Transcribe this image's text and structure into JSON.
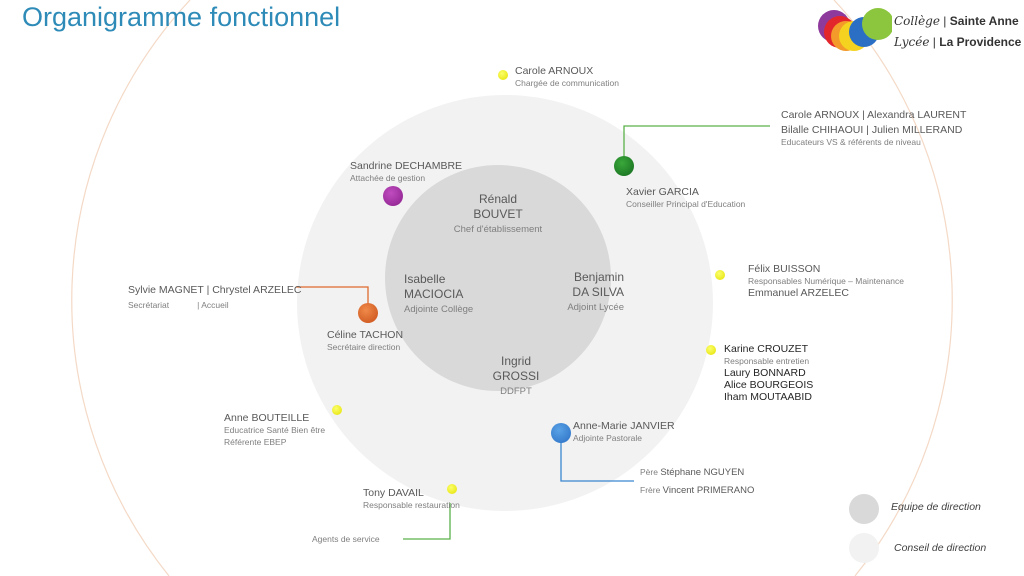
{
  "title": "Organigramme fonctionnel",
  "logo": {
    "line1a": "Collège",
    "line1b": "Sainte Anne",
    "line2a": "Lycée",
    "line2b": "La Providence"
  },
  "core": {
    "top": {
      "first": "Rénald",
      "last": "BOUVET",
      "role": "Chef d'établissement"
    },
    "left": {
      "first": "Isabelle",
      "last": "MACIOCIA",
      "role": "Adjointe Collège"
    },
    "right": {
      "first": "Benjamin",
      "last": "DA SILVA",
      "role": "Adjoint Lycée"
    },
    "bottom": {
      "first": "Ingrid",
      "last": "GROSSI",
      "role": "DDFPT"
    }
  },
  "people": {
    "arnoux": {
      "name": "Carole ARNOUX",
      "role": "Chargée de communication"
    },
    "dechambre": {
      "name": "Sandrine DECHAMBRE",
      "role": "Attachée de gestion"
    },
    "garcia": {
      "name": "Xavier GARCIA",
      "role": "Conseiller Principal d'Education"
    },
    "educ": {
      "line1": "Carole ARNOUX   | Alexandra LAURENT",
      "line2": "Bilalle CHIHAOUI | Julien MILLERAND",
      "role": "Educateurs VS & référents de niveau"
    },
    "buisson": {
      "name": "Félix BUISSON",
      "role": "Responsables Numérique – Maintenance",
      "name2": "Emmanuel ARZELEC"
    },
    "crouzet": {
      "name": "Karine CROUZET",
      "role": "Responsable  entretien",
      "others": [
        "Laury BONNARD",
        "Alice BOURGEOIS",
        "Iham MOUTAABID"
      ]
    },
    "secretariat": {
      "names": "Sylvie MAGNET | Chrystel ARZELEC",
      "role1": "Secrétariat",
      "role2": "|  Accueil"
    },
    "tachon": {
      "name": "Céline TACHON",
      "role": "Secrétaire direction"
    },
    "bouteille": {
      "name": "Anne BOUTEILLE",
      "role1": "Educatrice Santé Bien être",
      "role2": "Référente EBEP"
    },
    "janvier": {
      "name": "Anne-Marie JANVIER",
      "role": "Adjointe Pastorale"
    },
    "pastorale": {
      "p1": "Père ",
      "n1": "Stéphane NGUYEN",
      "p2": "Frère ",
      "n2": "Vincent PRIMERANO"
    },
    "davail": {
      "name": "Tony DAVAIL",
      "role": "Responsable restauration"
    },
    "agents": {
      "label": "Agents de service"
    }
  },
  "legend": {
    "direction": "Equipe de direction",
    "conseil": "Conseil de direction"
  },
  "colors": {
    "title": "#2e8bb8",
    "purple": "#9b2a9b",
    "green": "#1f8a2a",
    "orange": "#e06a2c",
    "blue": "#3a86d0",
    "yellow": "#e4e000"
  }
}
